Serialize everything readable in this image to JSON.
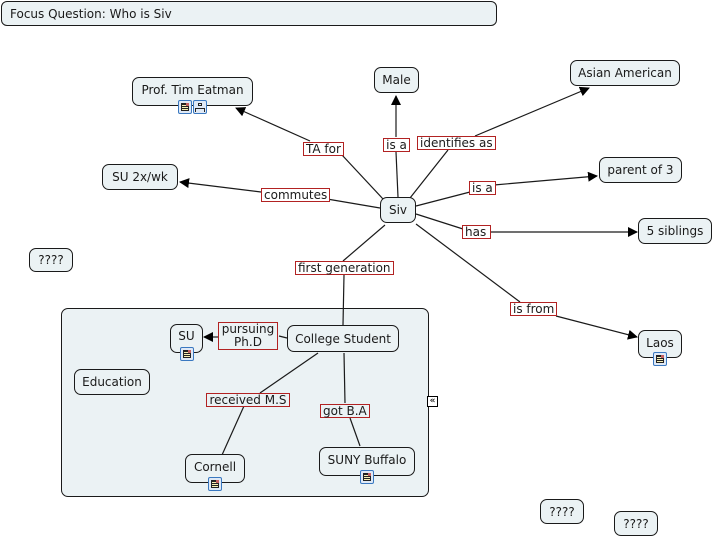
{
  "focus_question": "Focus Question: Who is Siv",
  "colors": {
    "node_fill": "#ebf2f4",
    "link_label_border": "#b22222",
    "line": "#1a1a1a"
  },
  "nodes": {
    "siv": "Siv",
    "prof": "Prof. Tim Eatman",
    "male": "Male",
    "asian": "Asian American",
    "su2x": "SU 2x/wk",
    "parent": "parent of 3",
    "siblings": "5 siblings",
    "q1": "????",
    "laos": "Laos",
    "education": "Education",
    "su": "SU",
    "college": "College Student",
    "cornell": "Cornell",
    "suny": "SUNY Buffalo",
    "q2": "????",
    "q3": "????"
  },
  "links": {
    "ta_for": "TA for",
    "is_a_male": "is a",
    "identifies_as": "identifies as",
    "commutes": "commutes",
    "is_a_parent": "is a",
    "has": "has",
    "first_generation": "first generation",
    "is_from": "is from",
    "pursuing": "pursuing Ph.D",
    "received": "received M.S",
    "got": "got B.A"
  },
  "icons": {
    "resource": "document-image-icon",
    "submap": "concept-map-icon",
    "collapse": "collapse-chevron-icon"
  },
  "collapse_glyph": "«"
}
